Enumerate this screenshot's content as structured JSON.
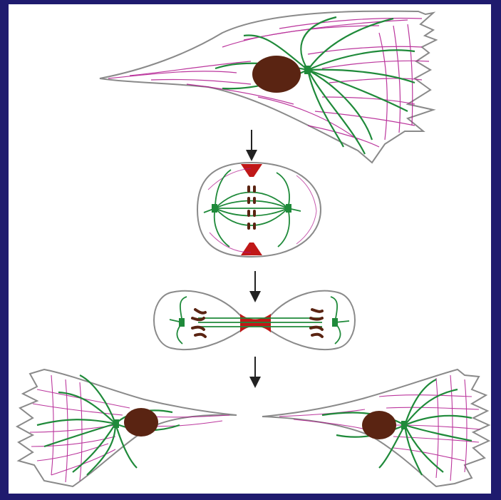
{
  "figure": {
    "background_color": "#1f1b6e",
    "panel_color": "#ffffff",
    "colors": {
      "membrane": "#8a8a8a",
      "actin": "#b0148c",
      "microtubule": "#1f8a3a",
      "nucleus": "#5a2412",
      "chromosome": "#5a2412",
      "contractile_ring": "#c01818",
      "arrow": "#222222"
    },
    "stages": [
      {
        "name": "interphase-cell-top"
      },
      {
        "name": "metaphase-cell"
      },
      {
        "name": "cytokinesis-cell"
      },
      {
        "name": "daughter-cells"
      }
    ],
    "arrows": [
      {
        "name": "arrow-1"
      },
      {
        "name": "arrow-2"
      },
      {
        "name": "arrow-3"
      }
    ]
  }
}
